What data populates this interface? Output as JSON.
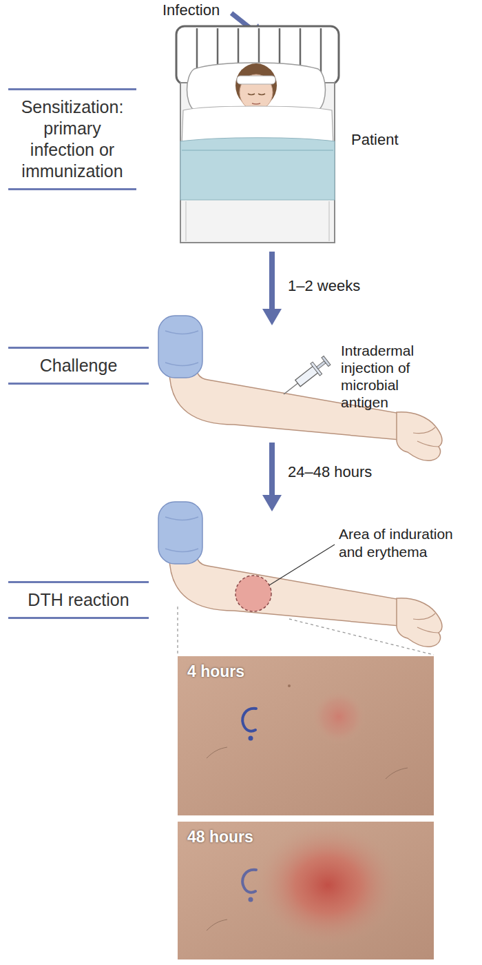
{
  "diagram": {
    "nodes": [
      {
        "text": [
          "Sensitization: primary infection or immunization"
        ]
      },
      {
        "text": [
          "Challenge"
        ]
      },
      {
        "text": [
          "DTH reaction"
        ]
      },
      {
        "text": [
          "4 hours"
        ]
      },
      {
        "text": [
          "48 hours"
        ]
      }
    ],
    "labels": [
      "Infection",
      "Patient",
      "1–2 weeks",
      "Intradermal injection of microbial antigen",
      "24–48 hours",
      "Area of induration and erythema"
    ]
  }
}
